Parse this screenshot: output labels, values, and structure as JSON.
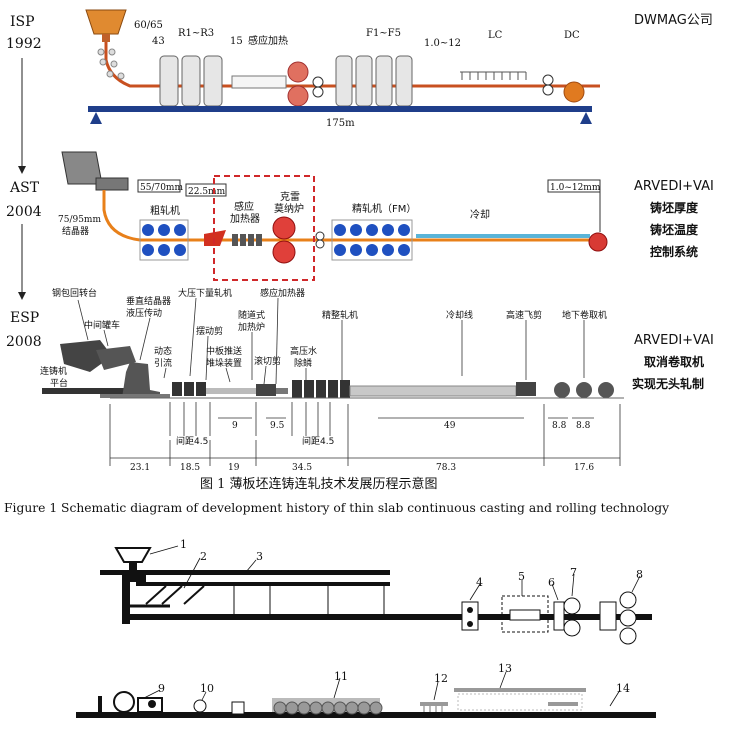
{
  "stages": {
    "isp": {
      "name": "ISP",
      "year": "1992",
      "company": "DWMAG公司"
    },
    "ast": {
      "name": "AST",
      "year": "2004",
      "company": "ARVEDI+VAI",
      "note_lines": [
        "铸坯厚度",
        "铸坯温度",
        "控制系统"
      ]
    },
    "esp": {
      "name": "ESP",
      "year": "2008",
      "company": "ARVEDI+VAI",
      "note_lines": [
        "取消卷取机",
        "实现无头轧制"
      ]
    }
  },
  "isp_labels": {
    "mold": "60/65",
    "mold2": "43",
    "rough": "R1~R3",
    "thick15": "15",
    "induction": "感应加热",
    "finish": "F1~F5",
    "final": "1.0~12",
    "cooling": "LC",
    "coiler": "DC",
    "length": "175m"
  },
  "ast_labels": {
    "slab": "55/70mm",
    "thick": "22.5mm",
    "rough": "粗轧机",
    "induction_line1": "感应",
    "induction_line2": "加热器",
    "furnace_line1": "克雷",
    "furnace_line2": "莫纳炉",
    "finish": "精轧机（FM）",
    "cooling": "冷却",
    "final": "1.0~12mm",
    "mold_line1": "75/95mm",
    "mold_line2": "结晶器"
  },
  "esp_labels": {
    "ladle": "钢包回转台",
    "tundish": "中间罐车",
    "vmold_line1": "垂直结晶器",
    "vmold_line2": "液压传动",
    "dynamic_line1": "动态",
    "dynamic_line2": "引流",
    "caster_line1": "连铸机",
    "caster_line2": "平台",
    "hrm": "大压下量轧机",
    "pendulum": "摆动剪",
    "pusher_line1": "中板推送",
    "pusher_line2": "堆垛装置",
    "follower_line1": "随道式",
    "follower_line2": "加热炉",
    "roll_shear": "滚切剪",
    "induction": "感应加热器",
    "descale_line1": "高压水",
    "descale_line2": "除鳞",
    "finish": "精整轧机",
    "cooling": "冷却线",
    "flying_shear": "高速飞剪",
    "coiler": "地下卷取机",
    "gap1": "间距4.5",
    "gap2": "间距4.5",
    "d9": "9",
    "d95": "9.5",
    "d49": "49",
    "d88a": "8.8",
    "d88b": "8.8",
    "seg": [
      "23.1",
      "18.5",
      "19",
      "34.5",
      "78.3",
      "17.6"
    ]
  },
  "caption": {
    "cn": "图 1    薄板坯连铸连轧技术发展历程示意图",
    "en": "Figure 1    Schematic diagram of development history of thin slab continuous casting and rolling technology"
  },
  "bottom_numbers": [
    "1",
    "2",
    "3",
    "4",
    "5",
    "6",
    "7",
    "8",
    "9",
    "10",
    "11",
    "12",
    "13",
    "14"
  ]
}
